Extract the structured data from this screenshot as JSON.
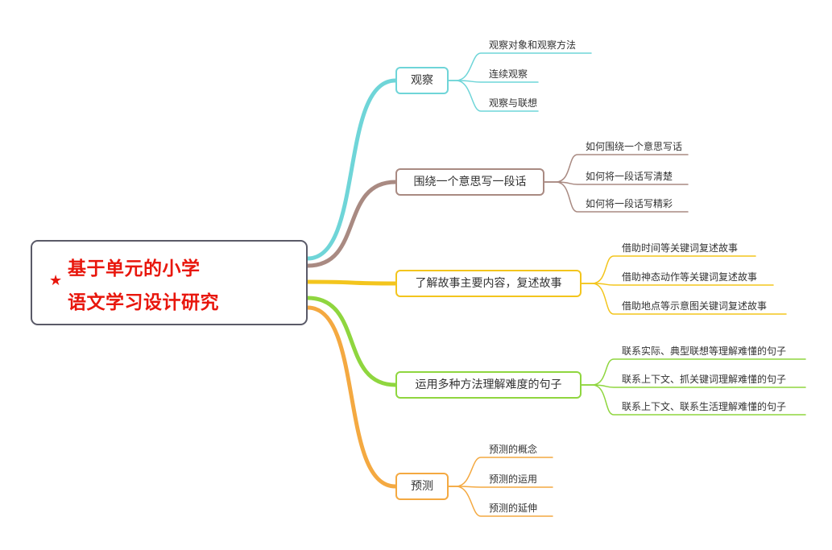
{
  "root": {
    "star_icon": "★",
    "lines": [
      "基于单元的小学",
      "语文学习设计研究"
    ]
  },
  "branches": [
    {
      "label": "观察",
      "color": "#6fd5d8",
      "children": [
        "观察对象和观察方法",
        "连续观察",
        "观察与联想"
      ]
    },
    {
      "label": "围绕一个意思写一段话",
      "color": "#a98a82",
      "children": [
        "如何围绕一个意思写话",
        "如何将一段话写清楚",
        "如何将一段话写精彩"
      ]
    },
    {
      "label": "了解故事主要内容，复述故事",
      "color": "#f3c51d",
      "children": [
        "借助时间等关键词复述故事",
        "借助神态动作等关键词复述故事",
        "借助地点等示意图关键词复述故事"
      ]
    },
    {
      "label": "运用多种方法理解难度的句子",
      "color": "#8fd63f",
      "children": [
        "联系实际、典型联想等理解难懂的句子",
        "联系上下文、抓关键词理解难懂的句子",
        "联系上下文、联系生活理解难懂的句子"
      ]
    },
    {
      "label": "预测",
      "color": "#f4a941",
      "children": [
        "预测的概念",
        "预测的运用",
        "预测的延伸"
      ]
    }
  ]
}
